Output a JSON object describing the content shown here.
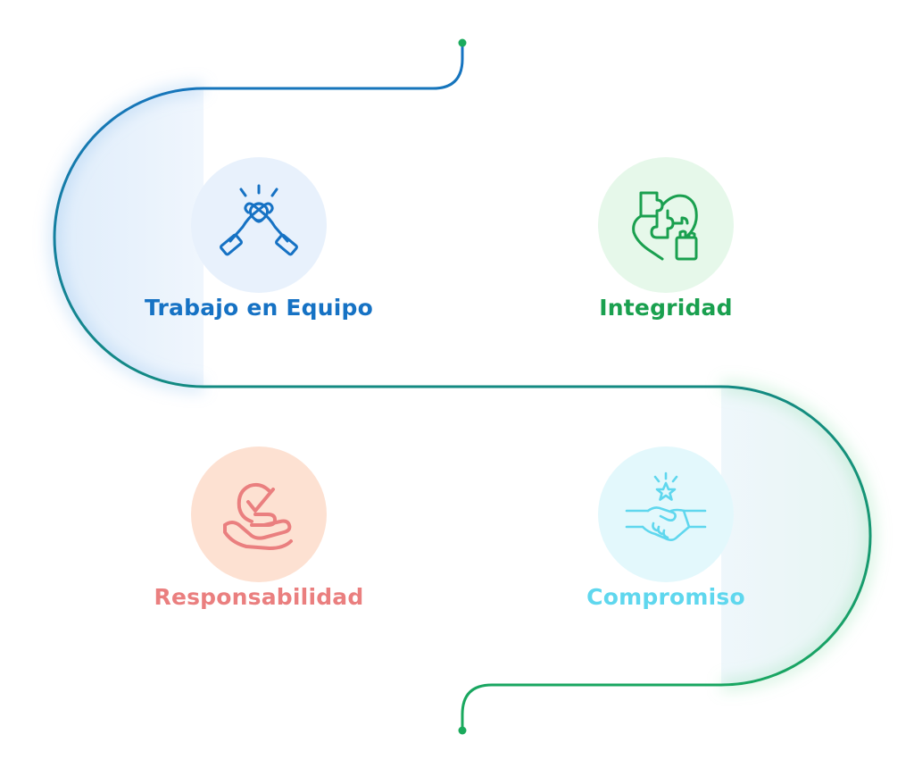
{
  "colors": {
    "path_blue": "#1672c4",
    "path_teal": "#138a82",
    "path_green": "#1aaa5c",
    "teamwork_text": "#1672c4",
    "teamwork_bg": "#e8f1fc",
    "integrity_text": "#1aa04f",
    "integrity_bg": "#e6f8ea",
    "responsibility_text": "#ea7f7f",
    "responsibility_bg": "#fde1d2",
    "commitment_text": "#5fd7ee",
    "commitment_bg": "#e3f8fc"
  },
  "values": {
    "teamwork": {
      "label": "Trabajo en Equipo",
      "icon": "team-handshake-icon"
    },
    "integrity": {
      "label": "Integridad",
      "icon": "puzzle-heart-icon"
    },
    "responsibility": {
      "label": "Responsabilidad",
      "icon": "hand-check-icon"
    },
    "commitment": {
      "label": "Compromiso",
      "icon": "handshake-star-icon"
    }
  }
}
